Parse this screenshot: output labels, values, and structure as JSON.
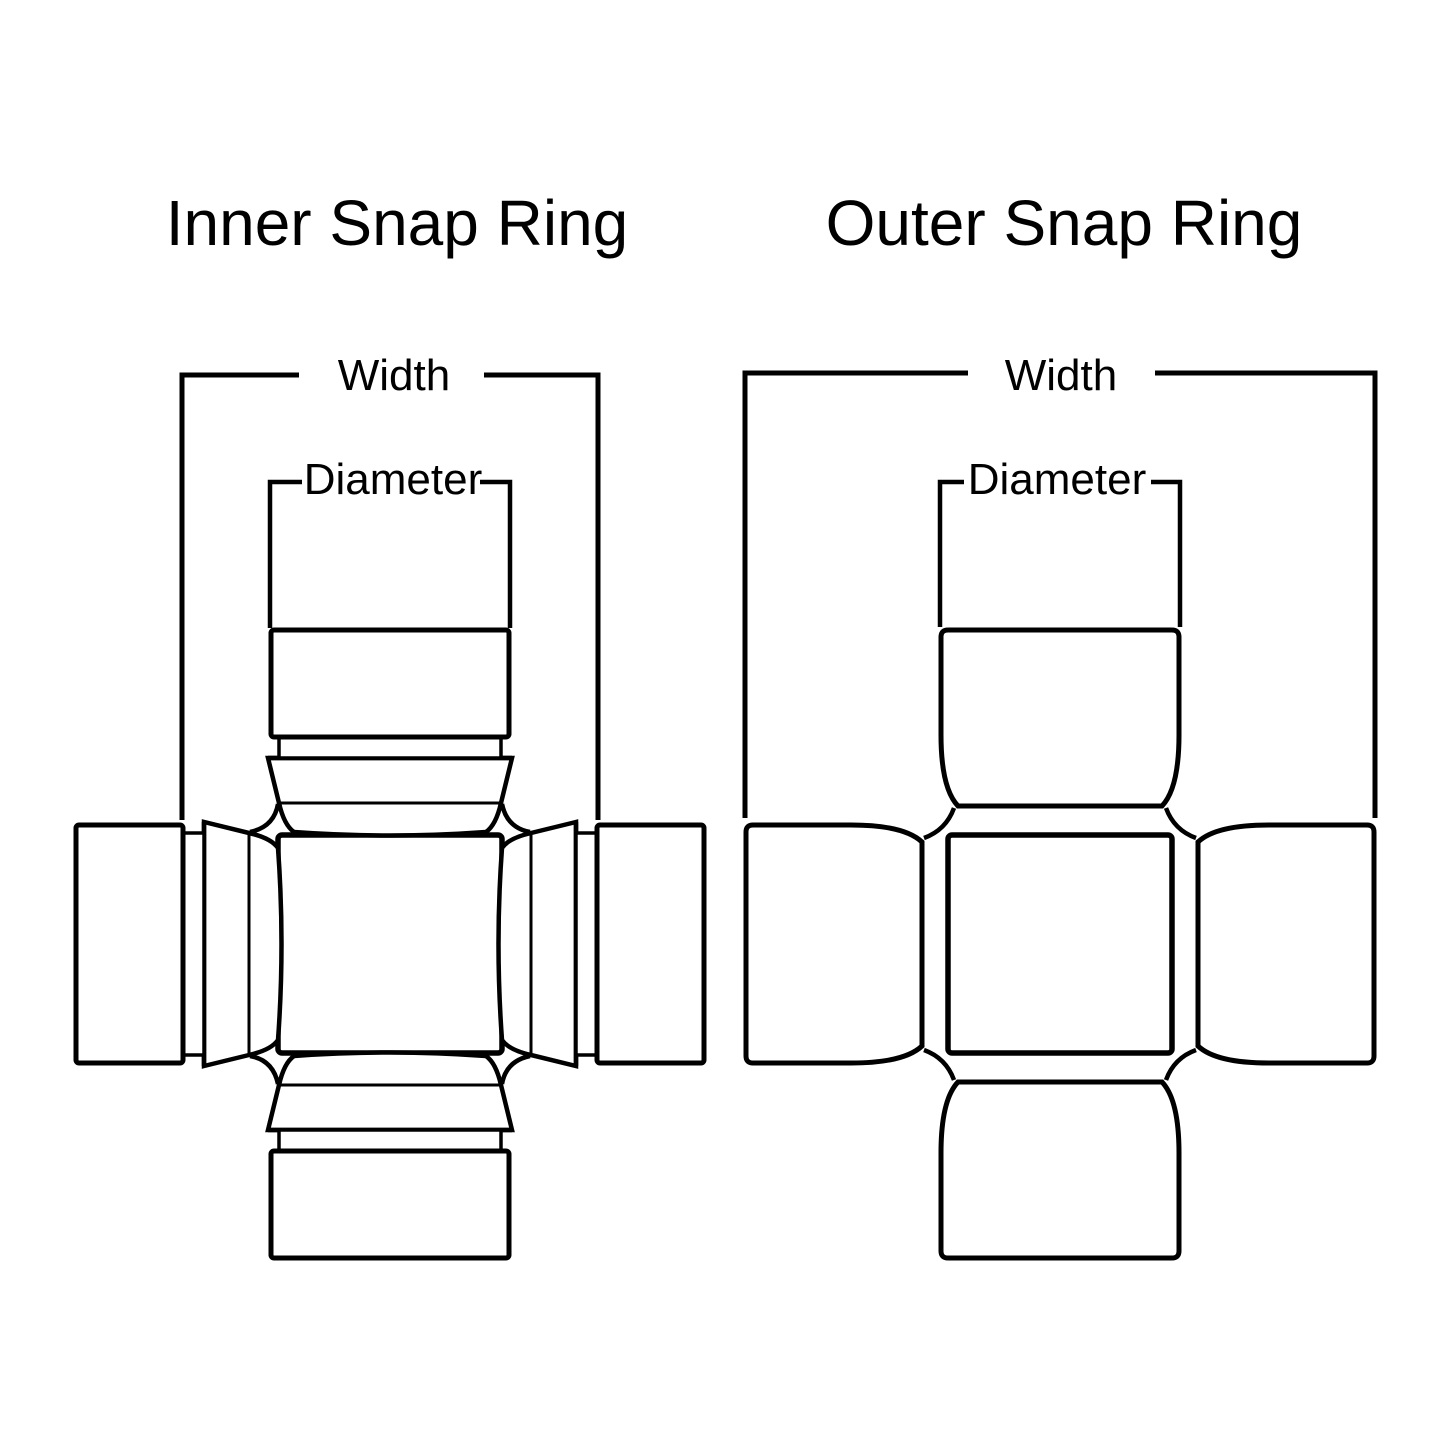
{
  "page": {
    "background": "#ffffff",
    "ink": "#000000",
    "description": "Technical dimension diagram comparing inner and outer snap ring universal joint crosses"
  },
  "diagrams": [
    {
      "id": "inner",
      "title": "Inner Snap Ring",
      "width_label": "Width",
      "diameter_label": "Diameter"
    },
    {
      "id": "outer",
      "title": "Outer Snap Ring",
      "width_label": "Width",
      "diameter_label": "Diameter"
    }
  ]
}
